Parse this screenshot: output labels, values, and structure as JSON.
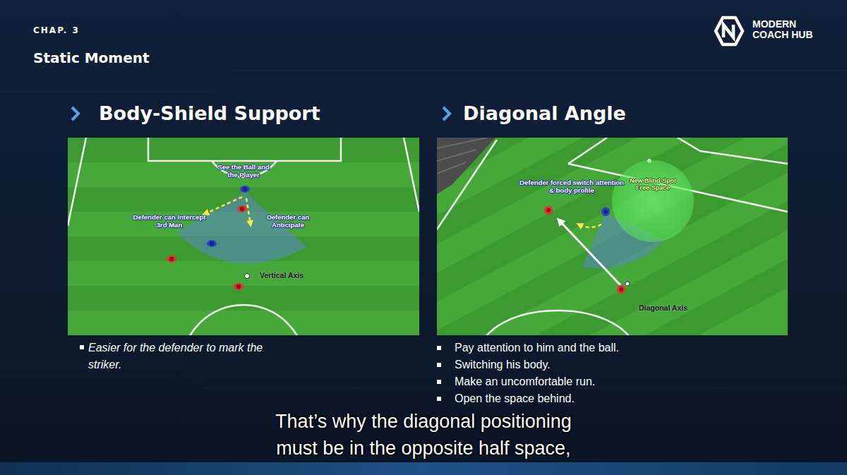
{
  "diagram": {
    "title": "Static Moment",
    "caption": "That’s why the diagonal positioning must be in the opposite half space,",
    "nodes": [
      {
        "text": [
          "Body-Shield Support"
        ]
      },
      {
        "text": [
          "Diagonal Angle"
        ]
      },
      {
        "text": [
          "New Blind Spot Free Space"
        ],
        "in": 1
      }
    ],
    "labels": [
      "CHAP. 3",
      "MODERN COACH HUB",
      "See the Ball and the Player",
      "Defender can Intercept 3rd Man",
      "Defender can Anticipate",
      "Vertical Axis",
      "Easier for the defender to mark the striker.",
      "Defender forced switch attention & body profile",
      "Diagonal Axis",
      "Pay attention to him and the ball.",
      "Switching his body.",
      "Make an uncomfortable run.",
      "Open the space behind."
    ]
  }
}
